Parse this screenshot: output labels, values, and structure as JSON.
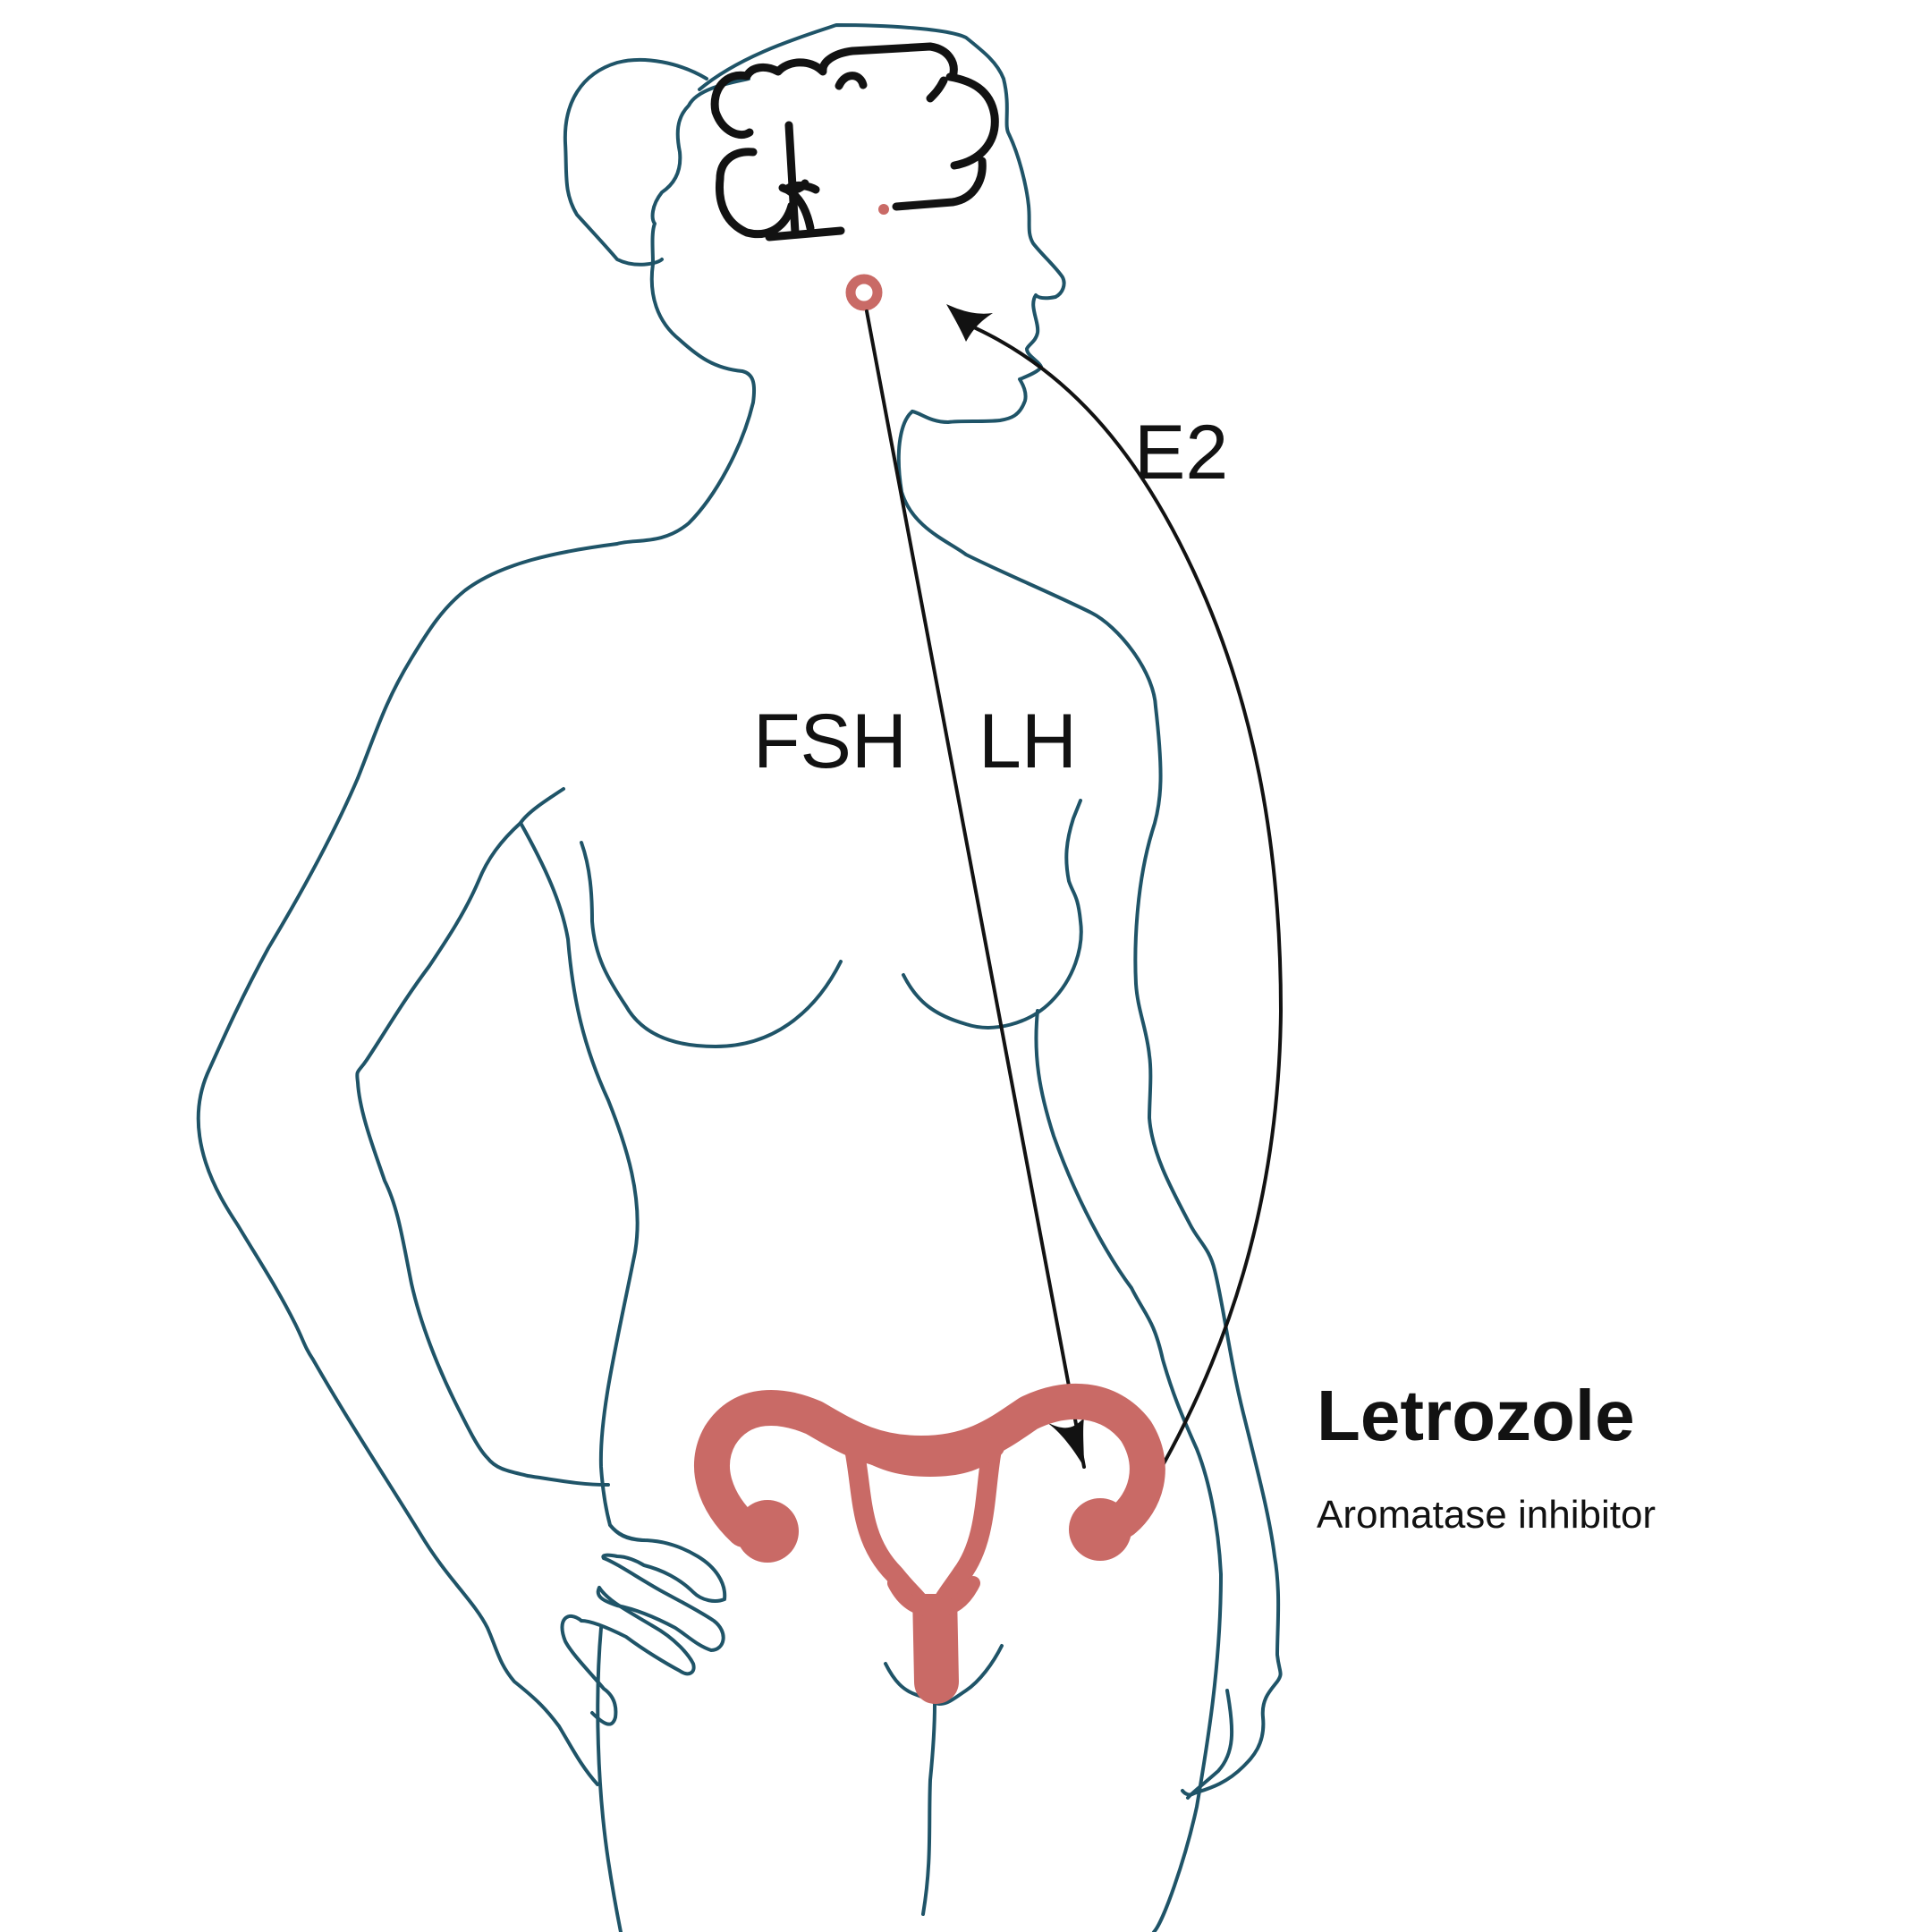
{
  "labels": {
    "fsh": "FSH",
    "lh": "LH",
    "e2": "E2"
  },
  "drug": {
    "name": "Letrozole",
    "class": "Aromatase inhibitor"
  },
  "colors": {
    "outline": "#1f5468",
    "brain": "#121212",
    "arrows": "#121212",
    "reproductive_organs": "#c96a66",
    "pituitary": "#c96a66"
  },
  "icons": [
    "brain-icon",
    "pituitary-gland-icon",
    "uterus-icon"
  ]
}
